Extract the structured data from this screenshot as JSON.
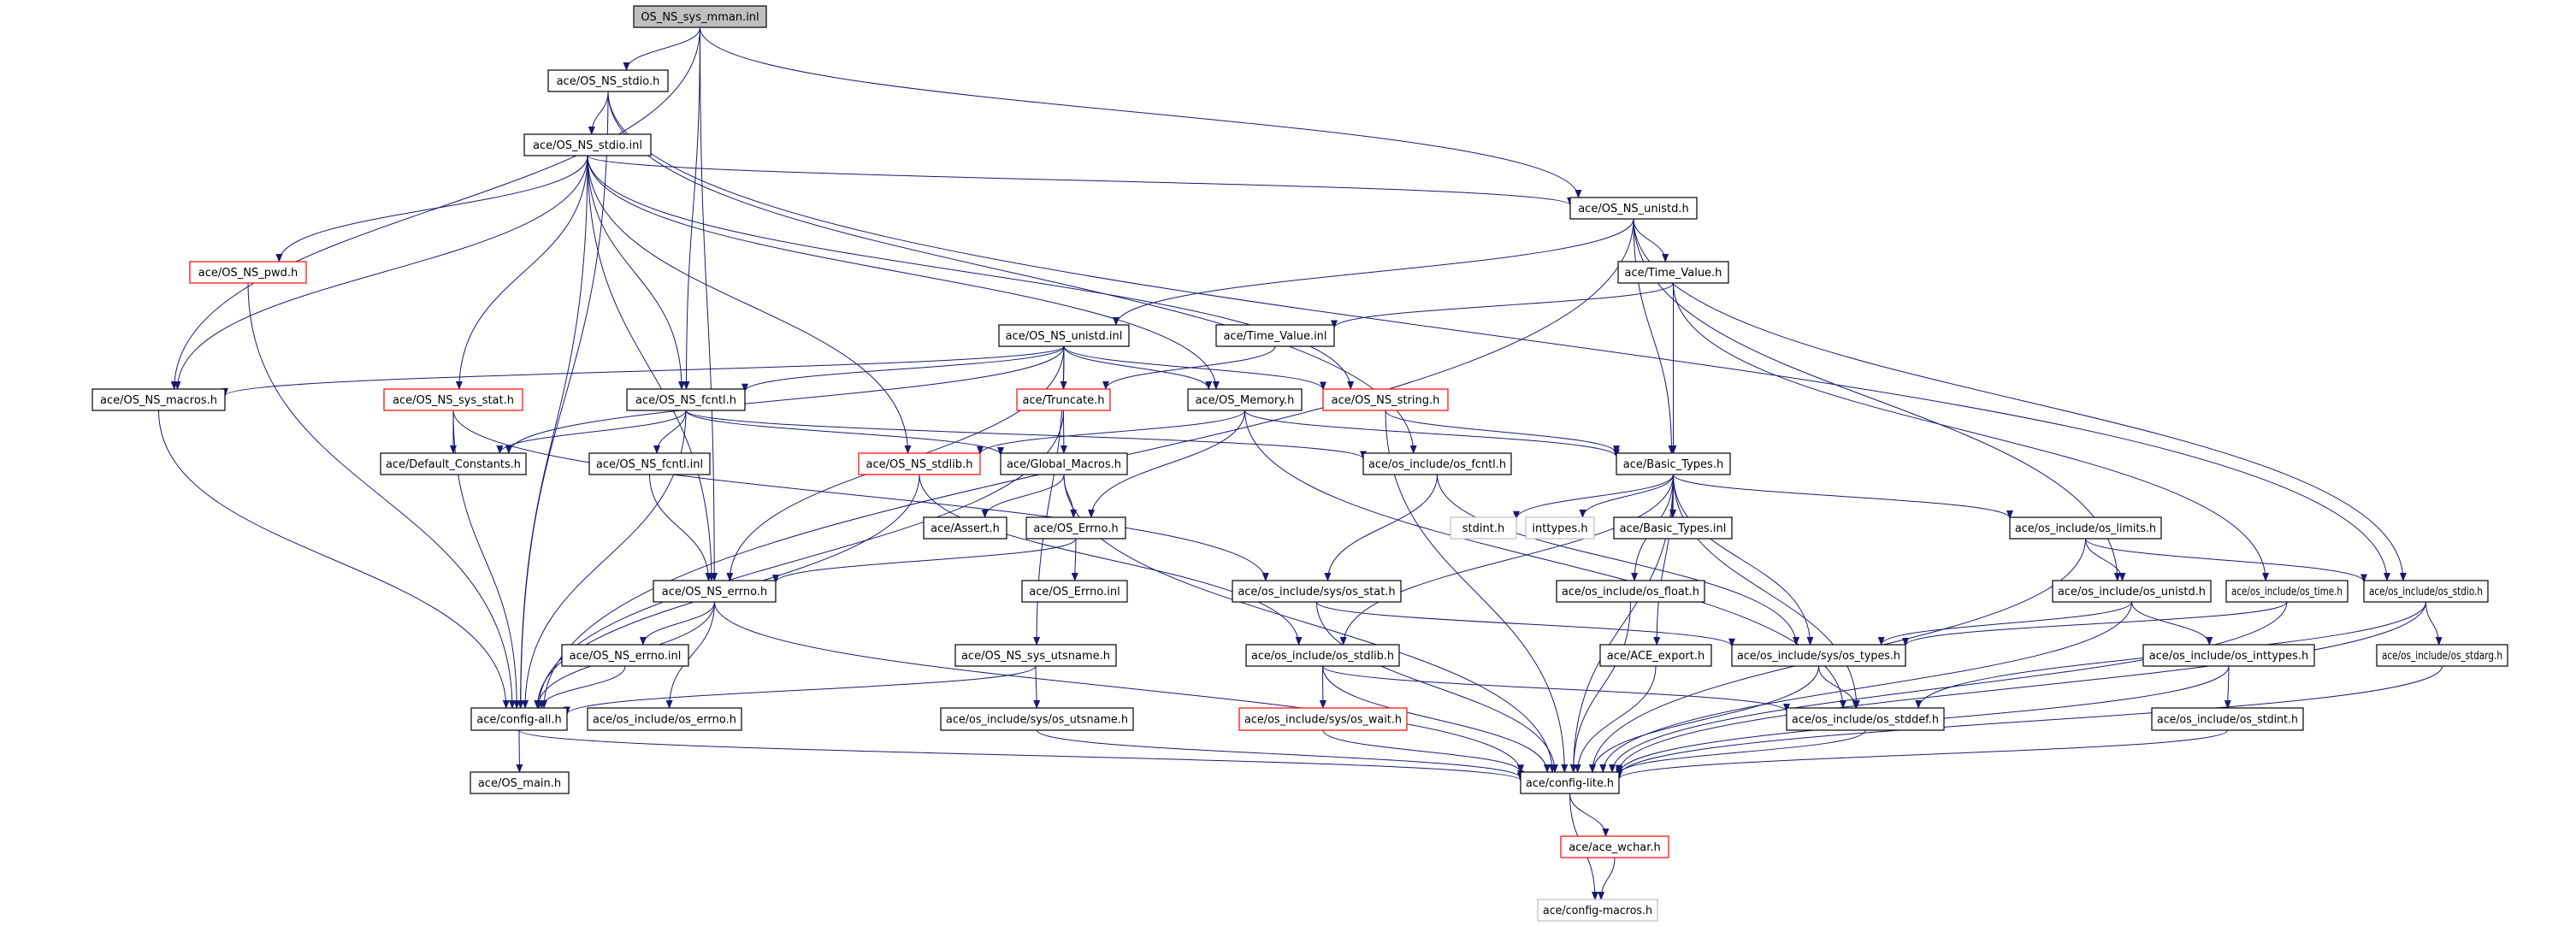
{
  "title": "OS_NS_sys_mman.inl include dependency graph",
  "colors": {
    "edge": "#191970",
    "root_fill": "#bfbfbf",
    "normal_border": "#000000",
    "missing_border": "#ff0000",
    "external_border": "#bfbfbf",
    "external_text": "#000000"
  },
  "nodes": [
    {
      "id": "root",
      "label": "OS_NS_sys_mman.inl",
      "kind": "root"
    },
    {
      "id": "os_ns_stdio_h",
      "label": "ace/OS_NS_stdio.h",
      "kind": "normal"
    },
    {
      "id": "os_ns_stdio_inl",
      "label": "ace/OS_NS_stdio.inl",
      "kind": "normal"
    },
    {
      "id": "os_ns_unistd_h",
      "label": "ace/OS_NS_unistd.h",
      "kind": "normal"
    },
    {
      "id": "time_value_h",
      "label": "ace/Time_Value.h",
      "kind": "normal"
    },
    {
      "id": "os_ns_pwd_h",
      "label": "ace/OS_NS_pwd.h",
      "kind": "missing"
    },
    {
      "id": "os_ns_unistd_inl",
      "label": "ace/OS_NS_unistd.inl",
      "kind": "normal"
    },
    {
      "id": "time_value_inl",
      "label": "ace/Time_Value.inl",
      "kind": "normal"
    },
    {
      "id": "os_ns_macros_h",
      "label": "ace/OS_NS_macros.h",
      "kind": "normal"
    },
    {
      "id": "os_ns_sys_stat_h",
      "label": "ace/OS_NS_sys_stat.h",
      "kind": "missing"
    },
    {
      "id": "os_ns_fcntl_h",
      "label": "ace/OS_NS_fcntl.h",
      "kind": "normal"
    },
    {
      "id": "truncate_h",
      "label": "ace/Truncate.h",
      "kind": "missing"
    },
    {
      "id": "os_memory_h",
      "label": "ace/OS_Memory.h",
      "kind": "normal"
    },
    {
      "id": "os_ns_string_h",
      "label": "ace/OS_NS_string.h",
      "kind": "missing"
    },
    {
      "id": "default_constants_h",
      "label": "ace/Default_Constants.h",
      "kind": "normal"
    },
    {
      "id": "os_ns_fcntl_inl",
      "label": "ace/OS_NS_fcntl.inl",
      "kind": "normal"
    },
    {
      "id": "os_ns_stdlib_h",
      "label": "ace/OS_NS_stdlib.h",
      "kind": "missing"
    },
    {
      "id": "global_macros_h",
      "label": "ace/Global_Macros.h",
      "kind": "normal"
    },
    {
      "id": "os_fcntl_h",
      "label": "ace/os_include/os_fcntl.h",
      "kind": "normal"
    },
    {
      "id": "basic_types_h",
      "label": "ace/Basic_Types.h",
      "kind": "normal"
    },
    {
      "id": "assert_h",
      "label": "ace/Assert.h",
      "kind": "normal"
    },
    {
      "id": "os_errno_h",
      "label": "ace/OS_Errno.h",
      "kind": "normal"
    },
    {
      "id": "stdint_h",
      "label": "stdint.h",
      "kind": "external"
    },
    {
      "id": "inttypes_h",
      "label": "inttypes.h",
      "kind": "external"
    },
    {
      "id": "basic_types_inl",
      "label": "ace/Basic_Types.inl",
      "kind": "normal"
    },
    {
      "id": "os_limits_h",
      "label": "ace/os_include/os_limits.h",
      "kind": "normal"
    },
    {
      "id": "os_ns_errno_h",
      "label": "ace/OS_NS_errno.h",
      "kind": "normal"
    },
    {
      "id": "os_errno_inl",
      "label": "ace/OS_Errno.inl",
      "kind": "normal"
    },
    {
      "id": "sys_os_stat_h",
      "label": "ace/os_include/sys/os_stat.h",
      "kind": "normal"
    },
    {
      "id": "os_float_h",
      "label": "ace/os_include/os_float.h",
      "kind": "normal"
    },
    {
      "id": "os_unistd_h",
      "label": "ace/os_include/os_unistd.h",
      "kind": "normal"
    },
    {
      "id": "os_time_h",
      "label": "ace/os_include/os_time.h",
      "kind": "normal"
    },
    {
      "id": "os_stdio_h",
      "label": "ace/os_include/os_stdio.h",
      "kind": "normal"
    },
    {
      "id": "os_ns_errno_inl",
      "label": "ace/OS_NS_errno.inl",
      "kind": "normal"
    },
    {
      "id": "os_ns_sys_utsname_h",
      "label": "ace/OS_NS_sys_utsname.h",
      "kind": "normal"
    },
    {
      "id": "os_stdlib_h",
      "label": "ace/os_include/os_stdlib.h",
      "kind": "normal"
    },
    {
      "id": "ace_export_h",
      "label": "ace/ACE_export.h",
      "kind": "normal"
    },
    {
      "id": "sys_os_types_h",
      "label": "ace/os_include/sys/os_types.h",
      "kind": "normal"
    },
    {
      "id": "os_inttypes_h",
      "label": "ace/os_include/os_inttypes.h",
      "kind": "normal"
    },
    {
      "id": "os_stdarg_h",
      "label": "ace/os_include/os_stdarg.h",
      "kind": "normal"
    },
    {
      "id": "config_all_h",
      "label": "ace/config-all.h",
      "kind": "normal"
    },
    {
      "id": "os_errno_inc_h",
      "label": "ace/os_include/os_errno.h",
      "kind": "normal"
    },
    {
      "id": "sys_os_utsname_h",
      "label": "ace/os_include/sys/os_utsname.h",
      "kind": "normal"
    },
    {
      "id": "sys_os_wait_h",
      "label": "ace/os_include/sys/os_wait.h",
      "kind": "missing"
    },
    {
      "id": "os_stddef_h",
      "label": "ace/os_include/os_stddef.h",
      "kind": "normal"
    },
    {
      "id": "os_stdint_h",
      "label": "ace/os_include/os_stdint.h",
      "kind": "normal"
    },
    {
      "id": "os_main_h",
      "label": "ace/OS_main.h",
      "kind": "normal"
    },
    {
      "id": "config_lite_h",
      "label": "ace/config-lite.h",
      "kind": "normal"
    },
    {
      "id": "ace_wchar_h",
      "label": "ace/ace_wchar.h",
      "kind": "missing"
    },
    {
      "id": "config_macros_h",
      "label": "ace/config-macros.h",
      "kind": "external"
    }
  ],
  "edges": [
    [
      "root",
      "os_ns_stdio_h"
    ],
    [
      "root",
      "os_ns_unistd_h"
    ],
    [
      "root",
      "os_ns_macros_h"
    ],
    [
      "root",
      "os_ns_fcntl_h"
    ],
    [
      "root",
      "os_ns_errno_h"
    ],
    [
      "os_ns_stdio_h",
      "os_ns_stdio_inl"
    ],
    [
      "os_ns_stdio_h",
      "config_all_h"
    ],
    [
      "os_ns_stdio_h",
      "os_stdio_h"
    ],
    [
      "os_ns_stdio_h",
      "os_fcntl_h"
    ],
    [
      "os_ns_stdio_inl",
      "os_ns_unistd_h"
    ],
    [
      "os_ns_stdio_inl",
      "os_ns_pwd_h"
    ],
    [
      "os_ns_stdio_inl",
      "os_ns_macros_h"
    ],
    [
      "os_ns_stdio_inl",
      "os_ns_sys_stat_h"
    ],
    [
      "os_ns_stdio_inl",
      "os_ns_fcntl_h"
    ],
    [
      "os_ns_stdio_inl",
      "os_ns_string_h"
    ],
    [
      "os_ns_stdio_inl",
      "os_memory_h"
    ],
    [
      "os_ns_stdio_inl",
      "os_ns_errno_h"
    ],
    [
      "os_ns_stdio_inl",
      "os_ns_stdlib_h"
    ],
    [
      "os_ns_stdio_inl",
      "config_all_h"
    ],
    [
      "os_ns_unistd_h",
      "time_value_h"
    ],
    [
      "os_ns_unistd_h",
      "basic_types_h"
    ],
    [
      "os_ns_unistd_h",
      "os_ns_unistd_inl"
    ],
    [
      "os_ns_unistd_h",
      "os_unistd_h"
    ],
    [
      "os_ns_unistd_h",
      "os_stdio_h"
    ],
    [
      "os_ns_unistd_h",
      "config_all_h"
    ],
    [
      "time_value_h",
      "basic_types_h"
    ],
    [
      "time_value_h",
      "time_value_inl"
    ],
    [
      "time_value_h",
      "os_time_h"
    ],
    [
      "os_ns_pwd_h",
      "config_all_h"
    ],
    [
      "os_ns_unistd_inl",
      "truncate_h"
    ],
    [
      "os_ns_unistd_inl",
      "os_memory_h"
    ],
    [
      "os_ns_unistd_inl",
      "os_ns_string_h"
    ],
    [
      "os_ns_unistd_inl",
      "os_ns_macros_h"
    ],
    [
      "os_ns_unistd_inl",
      "os_ns_fcntl_h"
    ],
    [
      "os_ns_unistd_inl",
      "default_constants_h"
    ],
    [
      "os_ns_unistd_inl",
      "os_ns_errno_h"
    ],
    [
      "os_ns_unistd_inl",
      "os_ns_sys_utsname_h"
    ],
    [
      "time_value_inl",
      "truncate_h"
    ],
    [
      "os_ns_macros_h",
      "config_all_h"
    ],
    [
      "os_ns_sys_stat_h",
      "default_constants_h"
    ],
    [
      "os_ns_sys_stat_h",
      "sys_os_stat_h"
    ],
    [
      "os_ns_sys_stat_h",
      "config_all_h"
    ],
    [
      "os_ns_fcntl_h",
      "default_constants_h"
    ],
    [
      "os_ns_fcntl_h",
      "os_ns_fcntl_inl"
    ],
    [
      "os_ns_fcntl_h",
      "os_fcntl_h"
    ],
    [
      "os_ns_fcntl_h",
      "global_macros_h"
    ],
    [
      "os_ns_fcntl_h",
      "config_all_h"
    ],
    [
      "truncate_h",
      "global_macros_h"
    ],
    [
      "truncate_h",
      "config_all_h"
    ],
    [
      "os_memory_h",
      "os_ns_stdlib_h"
    ],
    [
      "os_memory_h",
      "os_errno_h"
    ],
    [
      "os_memory_h",
      "basic_types_h"
    ],
    [
      "os_memory_h",
      "os_stddef_h"
    ],
    [
      "os_ns_string_h",
      "basic_types_h"
    ],
    [
      "os_ns_string_h",
      "config_lite_h"
    ],
    [
      "os_ns_fcntl_inl",
      "os_ns_errno_h"
    ],
    [
      "os_ns_stdlib_h",
      "os_stdlib_h"
    ],
    [
      "os_ns_stdlib_h",
      "config_all_h"
    ],
    [
      "global_macros_h",
      "assert_h"
    ],
    [
      "global_macros_h",
      "os_errno_h"
    ],
    [
      "global_macros_h",
      "config_lite_h"
    ],
    [
      "os_fcntl_h",
      "sys_os_stat_h"
    ],
    [
      "os_fcntl_h",
      "sys_os_types_h"
    ],
    [
      "basic_types_h",
      "stdint_h"
    ],
    [
      "basic_types_h",
      "inttypes_h"
    ],
    [
      "basic_types_h",
      "basic_types_inl"
    ],
    [
      "basic_types_h",
      "os_limits_h"
    ],
    [
      "basic_types_h",
      "os_float_h"
    ],
    [
      "basic_types_h",
      "ace_export_h"
    ],
    [
      "basic_types_h",
      "sys_os_types_h"
    ],
    [
      "basic_types_h",
      "os_stddef_h"
    ],
    [
      "basic_types_h",
      "os_stdlib_h"
    ],
    [
      "basic_types_h",
      "config_lite_h"
    ],
    [
      "os_errno_h",
      "os_errno_inl"
    ],
    [
      "os_errno_h",
      "os_ns_errno_h"
    ],
    [
      "os_limits_h",
      "os_unistd_h"
    ],
    [
      "os_limits_h",
      "os_stdio_h"
    ],
    [
      "os_limits_h",
      "config_lite_h"
    ],
    [
      "os_ns_errno_h",
      "os_ns_errno_inl"
    ],
    [
      "os_ns_errno_h",
      "os_errno_inc_h"
    ],
    [
      "os_ns_errno_h",
      "config_all_h"
    ],
    [
      "os_ns_errno_h",
      "config_lite_h"
    ],
    [
      "sys_os_stat_h",
      "sys_os_types_h"
    ],
    [
      "sys_os_stat_h",
      "config_lite_h"
    ],
    [
      "os_float_h",
      "config_lite_h"
    ],
    [
      "os_unistd_h",
      "sys_os_types_h"
    ],
    [
      "os_unistd_h",
      "os_inttypes_h"
    ],
    [
      "os_unistd_h",
      "config_lite_h"
    ],
    [
      "os_time_h",
      "sys_os_types_h"
    ],
    [
      "os_time_h",
      "config_lite_h"
    ],
    [
      "os_stdio_h",
      "os_stdarg_h"
    ],
    [
      "os_stdio_h",
      "os_stddef_h"
    ],
    [
      "os_stdio_h",
      "config_lite_h"
    ],
    [
      "os_ns_errno_inl",
      "config_all_h"
    ],
    [
      "os_ns_sys_utsname_h",
      "sys_os_utsname_h"
    ],
    [
      "os_ns_sys_utsname_h",
      "config_all_h"
    ],
    [
      "os_stdlib_h",
      "sys_os_wait_h"
    ],
    [
      "os_stdlib_h",
      "os_stddef_h"
    ],
    [
      "os_stdlib_h",
      "config_lite_h"
    ],
    [
      "ace_export_h",
      "config_lite_h"
    ],
    [
      "sys_os_types_h",
      "os_stddef_h"
    ],
    [
      "sys_os_types_h",
      "config_lite_h"
    ],
    [
      "os_inttypes_h",
      "os_stdint_h"
    ],
    [
      "os_inttypes_h",
      "config_lite_h"
    ],
    [
      "os_stdarg_h",
      "config_lite_h"
    ],
    [
      "config_all_h",
      "os_main_h"
    ],
    [
      "config_all_h",
      "config_lite_h"
    ],
    [
      "sys_os_utsname_h",
      "config_lite_h"
    ],
    [
      "sys_os_wait_h",
      "config_lite_h"
    ],
    [
      "os_stddef_h",
      "config_lite_h"
    ],
    [
      "os_stdint_h",
      "config_lite_h"
    ],
    [
      "config_lite_h",
      "ace_wchar_h"
    ],
    [
      "config_lite_h",
      "config_macros_h"
    ],
    [
      "ace_wchar_h",
      "config_macros_h"
    ]
  ]
}
